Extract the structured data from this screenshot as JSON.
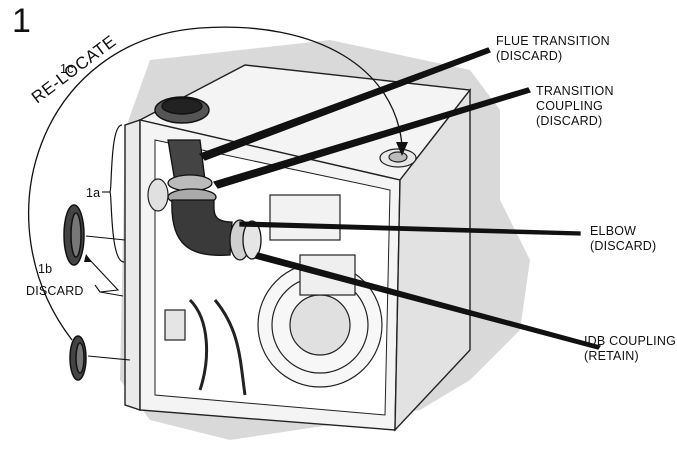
{
  "step_number": "1",
  "labels": {
    "flue_transition": [
      "FLUE TRANSITION",
      "(DISCARD)"
    ],
    "transition_coupling": [
      "TRANSITION",
      "COUPLING",
      "(DISCARD)"
    ],
    "elbow": [
      "ELBOW",
      "(DISCARD)"
    ],
    "idb_coupling": [
      "IDB COUPLING",
      "(RETAIN)"
    ],
    "callout_1a": "1a",
    "callout_1b": "1b",
    "callout_1c": "1c",
    "discard": "DISCARD",
    "relocate": "RE-LOCATE"
  }
}
